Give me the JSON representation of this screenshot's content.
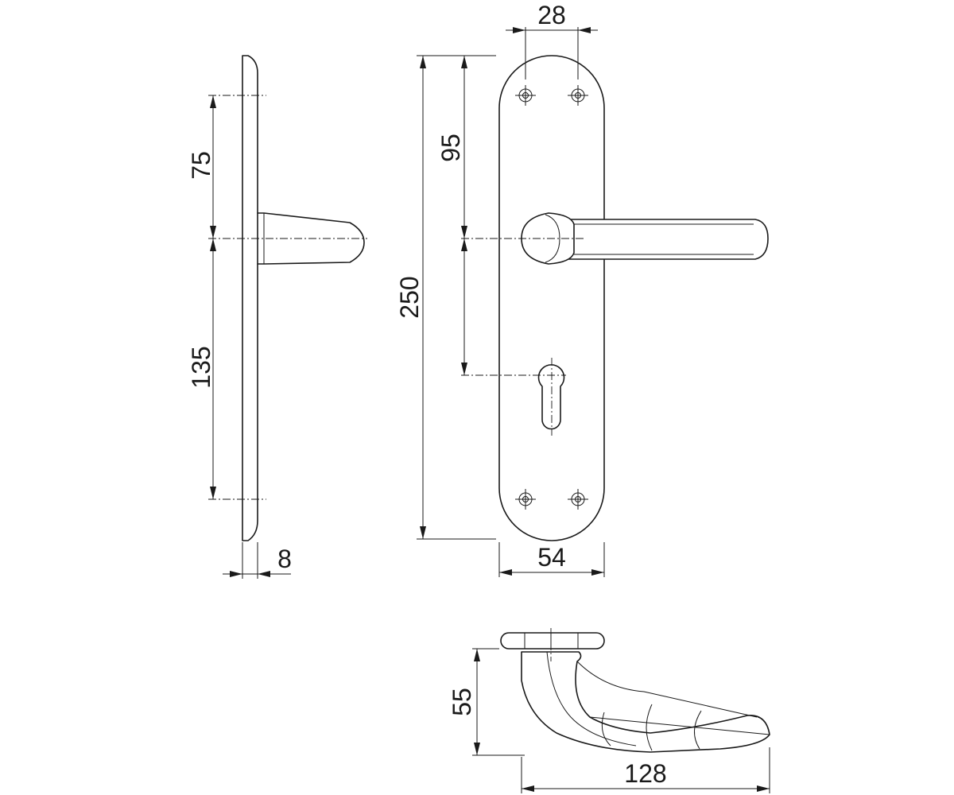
{
  "dimensions": {
    "upper_to_handle": "75",
    "handle_to_lower": "135",
    "plate_thickness": "8",
    "rose_width": "28",
    "plate_length": "250",
    "top_to_handle": "95",
    "plate_width": "54",
    "handle_projection": "55",
    "handle_length": "128"
  }
}
